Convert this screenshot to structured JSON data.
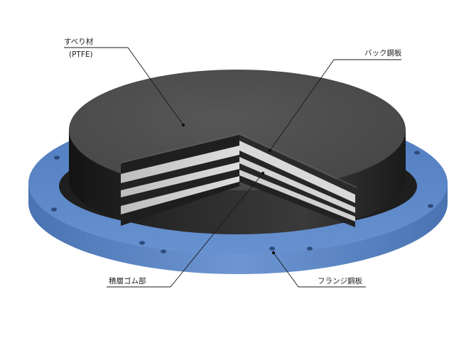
{
  "labels": {
    "sliding_material": "すべり材",
    "sliding_material_sub": "(PTFE)",
    "back_steel_plate": "バック鋼板",
    "laminated_rubber": "積層ゴム部",
    "flange_steel_plate": "フランジ鋼板"
  },
  "colors": {
    "flange": "#5b86c4",
    "rubber": "#2e2e2e",
    "top_surface": "#4c4c4c",
    "steel_layer": "#c9c9c9",
    "leader_line": "#1a1a1a"
  }
}
